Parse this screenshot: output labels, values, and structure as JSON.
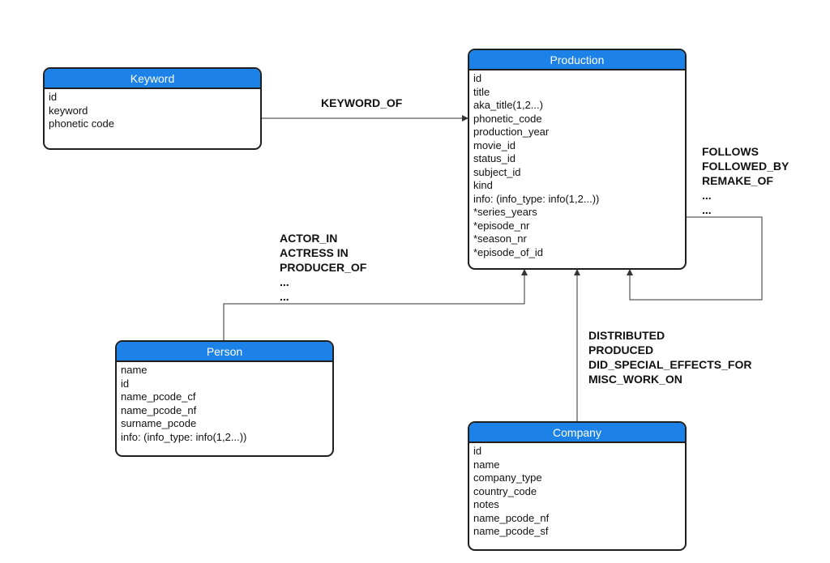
{
  "colors": {
    "header_fill": "#1c82e8",
    "header_text": "#ffffff",
    "border": "#1f1f1f",
    "connector": "#333333"
  },
  "entities": {
    "keyword": {
      "title": "Keyword",
      "fields": [
        "id",
        "keyword",
        "phonetic code"
      ]
    },
    "production": {
      "title": "Production",
      "fields": [
        "id",
        "title",
        "aka_title(1,2...)",
        "phonetic_code",
        "production_year",
        "movie_id",
        "status_id",
        "subject_id",
        "kind",
        "info: (info_type: info(1,2...))",
        "*series_years",
        "*episode_nr",
        "*season_nr",
        "*episode_of_id"
      ]
    },
    "person": {
      "title": "Person",
      "fields": [
        "name",
        "id",
        "name_pcode_cf",
        "name_pcode_nf",
        "surname_pcode",
        "info: (info_type: info(1,2...))"
      ]
    },
    "company": {
      "title": "Company",
      "fields": [
        "id",
        "name",
        "company_type",
        "country_code",
        "notes",
        "name_pcode_nf",
        "name_pcode_sf"
      ]
    }
  },
  "relationships": {
    "keyword_of": [
      "KEYWORD_OF"
    ],
    "production_self": [
      "FOLLOWS",
      "FOLLOWED_BY",
      "REMAKE_OF",
      "...",
      "..."
    ],
    "person_production": [
      "ACTOR_IN",
      "ACTRESS IN",
      "PRODUCER_OF",
      "...",
      "..."
    ],
    "company_production": [
      "DISTRIBUTED",
      "PRODUCED",
      "DID_SPECIAL_EFFECTS_FOR",
      "MISC_WORK_ON"
    ]
  }
}
